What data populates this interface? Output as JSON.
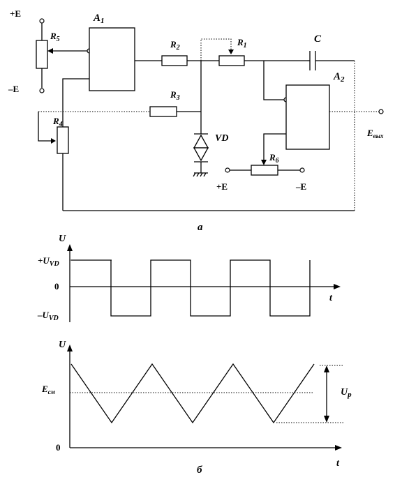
{
  "circuit": {
    "labels": {
      "plus_e_left": "+E",
      "minus_e_left": "–E",
      "a1": "A",
      "a1_sub": "1",
      "r5": "R",
      "r5_sub": "5",
      "r2": "R",
      "r2_sub": "2",
      "r1": "R",
      "r1_sub": "1",
      "c": "C",
      "a2": "A",
      "a2_sub": "2",
      "r3": "R",
      "r3_sub": "3",
      "r4": "R",
      "r4_sub": "4",
      "vd": "VD",
      "e_out": "E",
      "e_out_sub": "вых",
      "r6": "R",
      "r6_sub": "6",
      "plus_e_bottom": "+E",
      "minus_e_bottom": "–E"
    },
    "caption": "а"
  },
  "charts": [
    {
      "type": "line",
      "ylabel": "U",
      "xlabel": "t",
      "ticks": [
        {
          "text": "+U",
          "sub": "VD"
        },
        {
          "text": "0",
          "sub": ""
        },
        {
          "text": "–U",
          "sub": "VD"
        }
      ],
      "levels": {
        "high": 1,
        "zero": 0,
        "low": -1
      },
      "series": [
        {
          "x": [
            0,
            1,
            1,
            2,
            2,
            3,
            3,
            4,
            4,
            5,
            5,
            6,
            6
          ],
          "y": [
            1,
            1,
            -1,
            -1,
            1,
            1,
            -1,
            -1,
            1,
            1,
            -1,
            -1,
            1
          ]
        }
      ]
    },
    {
      "type": "line",
      "ylabel": "U",
      "xlabel": "t",
      "ticks": [
        {
          "text": "E",
          "sub": "см"
        },
        {
          "text": "0",
          "sub": ""
        }
      ],
      "levels": {
        "peak": 1,
        "offset": 0,
        "trough": -1
      },
      "amplitude_label": {
        "text": "U",
        "sub": "р"
      },
      "series": [
        {
          "x": [
            0,
            1,
            2,
            3,
            4,
            5,
            6
          ],
          "y": [
            1,
            -1,
            1,
            -1,
            1,
            -1,
            1
          ]
        }
      ]
    }
  ],
  "caption_b": "б"
}
